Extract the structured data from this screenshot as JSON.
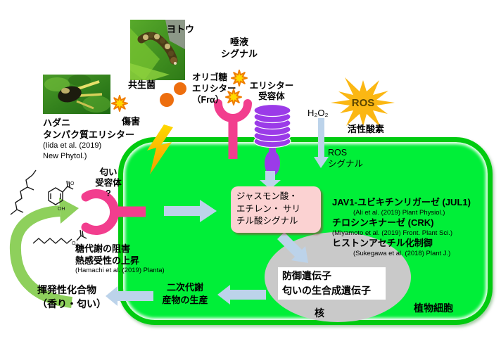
{
  "colors": {
    "cell_fill": "#00ef38",
    "cell_border": "#00cb10",
    "receptor_pink": "#f23e8e",
    "receptor_purple": "#9b3be8",
    "arrow_blue": "#bcd3ea",
    "cycle_arrow_green": "#8ed05c",
    "ros_star": "#fbb713",
    "elicitor_star_fill": "#ffd800",
    "elicitor_star_stroke": "#ef7d00",
    "bacteria_orange": "#ed6e0e",
    "lightning_yellow": "#ffc000",
    "hormone_box_bg": "#fbd2d2",
    "nucleus_gray": "#c9c9c9"
  },
  "outside": {
    "caterpillar": "ヨトウ",
    "saliva": [
      "唾液",
      "シグナル"
    ],
    "symbiont": "共生菌",
    "oligo": [
      "オリゴ糖",
      "エリシター",
      "（Frα）"
    ],
    "elicitor_receptor": [
      "エリシター",
      "受容体"
    ],
    "h2o2": "H₂O₂",
    "ros": "ROS",
    "active_oxygen": "活性酸素",
    "mite": [
      "ハダニ",
      "タンパク質エリシター"
    ],
    "mite_cite": [
      "(Iida et al. (2019)",
      "New Phytol.)"
    ],
    "wound": "傷害",
    "odor_receptor": [
      "匂い",
      "受容体",
      "?"
    ],
    "volatile": [
      "揮発性化合物",
      "（香り・匂い）"
    ]
  },
  "cell": {
    "label": "植物細胞",
    "ros_signal": [
      "ROS",
      "シグナル"
    ],
    "hormone_box": [
      "ジャスモン酸・",
      "エチレン・ サリ",
      "チル酸シグナル"
    ],
    "genes": [
      {
        "name": "JAV1-ユビキチンリガーゼ (JUL1)",
        "cite": "(Ali et al. (2019) Plant Physiol.)"
      },
      {
        "name": "チロシンキナーゼ (CRK)",
        "cite": "(Miyamoto et al. (2019) Front. Plant Sci.)"
      },
      {
        "name": "ヒストンアセチル化制御",
        "cite": "(Sukegawa et al. (2018) Plant J.)"
      }
    ],
    "nucleus": {
      "label": "核",
      "genes": [
        "防御遺伝子",
        "匂いの生合成遺伝子"
      ]
    },
    "secondary": [
      "二次代謝",
      "産物の生産"
    ],
    "sugar": [
      "糖代謝の阻害",
      "熱感受性の上昇"
    ],
    "sugar_cite": "(Hamachi et al. (2019) Planta)"
  }
}
